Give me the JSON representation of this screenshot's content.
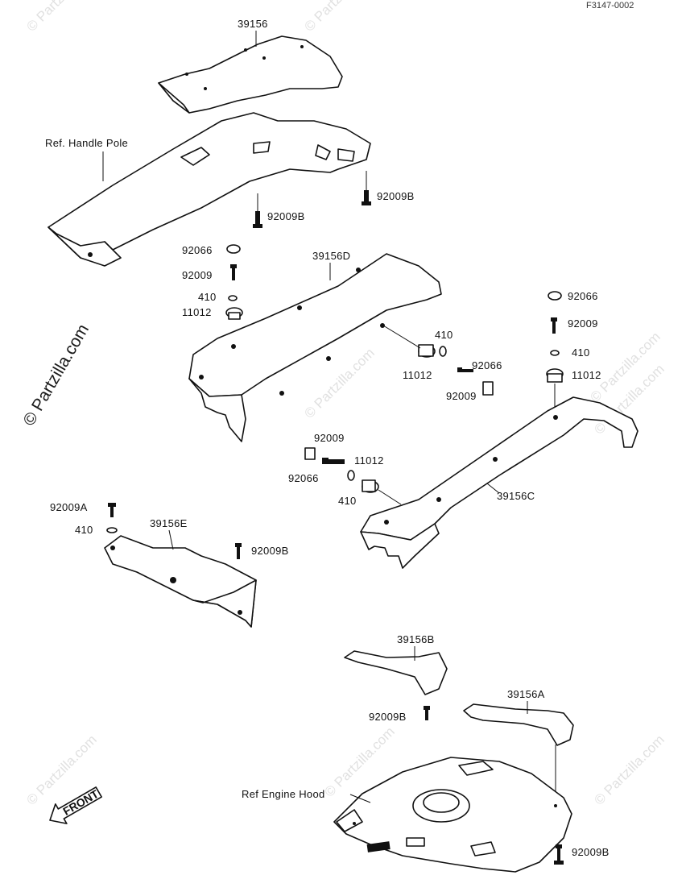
{
  "figure_code": "F3147-0002",
  "watermark": "© Partzilla.com",
  "front_label": "FRONT",
  "labels": {
    "p39156": "39156",
    "ref_handle_pole": "Ref. Handle Pole",
    "b92009_top_right": "92009B",
    "b92009_top_mid": "92009B",
    "p92066_left": "92066",
    "p92009_left": "92009",
    "p410_left": "410",
    "p11012_left": "11012",
    "p39156D": "39156D",
    "p410_mid": "410",
    "p11012_mid": "11012",
    "p92066_mid": "92066",
    "p92009_mid": "92009",
    "p92066_right": "92066",
    "p92009_right": "92009",
    "p410_right": "410",
    "p11012_right": "11012",
    "p92009_center": "92009",
    "p92066_center": "92066",
    "p11012_center": "11012",
    "p410_center": "410",
    "p39156C": "39156C",
    "p92009A": "92009A",
    "p410_lower_left": "410",
    "p39156E": "39156E",
    "b92009_lower_left": "92009B",
    "p39156B": "39156B",
    "b92009_bottom_mid": "92009B",
    "p39156A": "39156A",
    "ref_engine_hood": "Ref Engine Hood",
    "b92009_bottom_right": "92009B"
  }
}
